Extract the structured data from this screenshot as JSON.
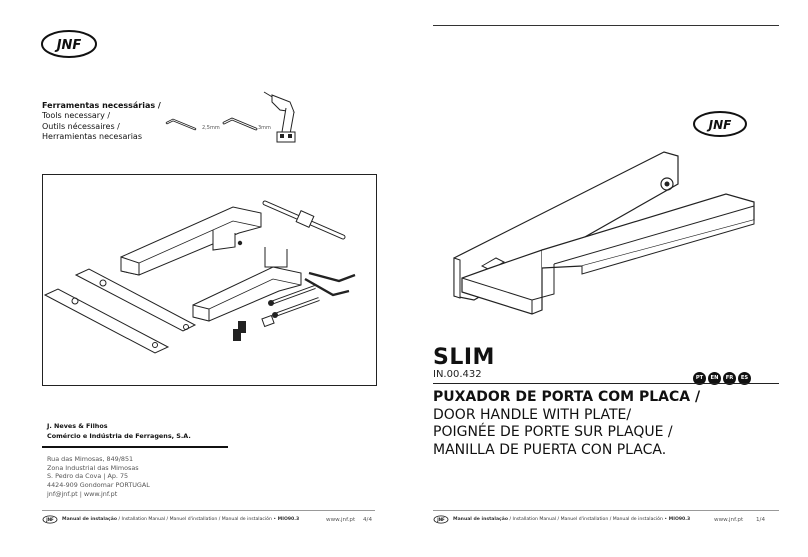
{
  "brand": {
    "logo_text": "JNF"
  },
  "left_page": {
    "tools": {
      "heading": "Ferramentas necessárias /",
      "lines": [
        "Tools necessary /",
        "Outils nécessaires /",
        "Herramientas necesarias"
      ],
      "key1_label": "2,5mm",
      "key2_label": "3mm"
    },
    "company": {
      "name": "J. Neves & Filhos",
      "full": "Comércio e Indústria de Ferragens, S.A."
    },
    "address": [
      "Rua das Mimosas, 849/851",
      "Zona Industrial das Mimosas",
      "S. Pedro da Cova | Ap. 75",
      "4424-909 Gondomar PORTUGAL"
    ],
    "contact": "jnf@jnf.pt | www.jnf.pt",
    "footer": {
      "manual_bold": "Manual de instalação",
      "manual_rest": " / Installation Manual  / Manuel d'installation / Manual de instalación  •",
      "model": " MIO90.3",
      "url": "www.jnf.pt",
      "page": "4/4"
    }
  },
  "right_page": {
    "title": "SLIM",
    "code": "IN.00.432",
    "languages": [
      "PT",
      "EN",
      "FR",
      "ES"
    ],
    "desc_bold": "PUXADOR DE PORTA COM PLACA  /",
    "desc_lines": [
      "DOOR HANDLE WITH PLATE/",
      "POIGNÉE DE PORTE SUR PLAQUE /",
      "MANILLA DE PUERTA CON PLACA."
    ],
    "footer": {
      "manual_bold": "Manual de instalação",
      "manual_rest": " / Installation Manual  / Manuel d'installation / Manual de instalación  •",
      "model": " MIO90.3",
      "url": "www.jnf.pt",
      "page": "1/4"
    }
  }
}
